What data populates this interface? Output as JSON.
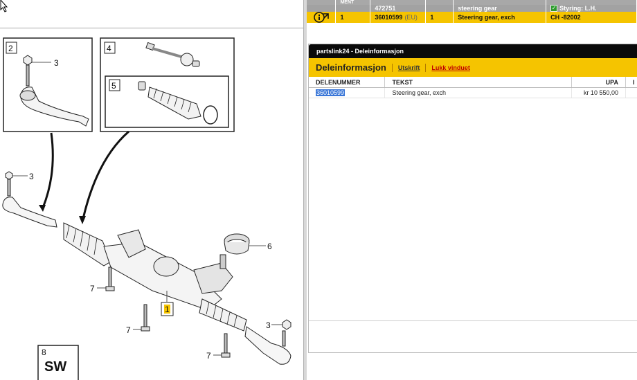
{
  "diagram": {
    "box_labels": [
      "2",
      "4",
      "5"
    ],
    "callouts": {
      "nut_top": "3",
      "nut_left": "3",
      "nut_right": "3",
      "bellow_seal": "6",
      "bolt_a": "7",
      "bolt_b": "7",
      "bolt_c": "7",
      "main_part": "1"
    },
    "corner_box": {
      "number": "8",
      "label": "SW"
    },
    "highlight_color": "#f5c400"
  },
  "parts_table": {
    "header_label": "MENT",
    "rows": [
      {
        "icon": "info-arrow-icon",
        "qty": "",
        "part_number": "472751",
        "eu_tag": "",
        "count": "",
        "description": "steering gear",
        "note": "Styring: L.H.",
        "note_checked": true,
        "style": "grey"
      },
      {
        "icon": "info-arrow-icon",
        "qty": "1",
        "part_number": "36010599",
        "eu_tag": "(EU)",
        "count": "1",
        "description": "Steering gear, exch",
        "note": "CH -82002",
        "note_checked": false,
        "style": "yellow"
      }
    ]
  },
  "popup": {
    "window_title": "partslink24 - Deleinformasjon",
    "title": "Deleinformasjon",
    "print_label": "Utskrift",
    "close_label": "Lukk vinduet",
    "columns": [
      "DELENUMMER",
      "TEKST",
      "UPA",
      "I"
    ],
    "rows": [
      {
        "part_number": "36010599",
        "text": "Steering gear, exch",
        "price": "kr 10 550,00",
        "extra": ""
      }
    ]
  },
  "colors": {
    "accent_yellow": "#f5c400",
    "header_grey": "#a2a2a2",
    "titlebar_black": "#0a0a0a",
    "close_link_red": "#c00000"
  }
}
